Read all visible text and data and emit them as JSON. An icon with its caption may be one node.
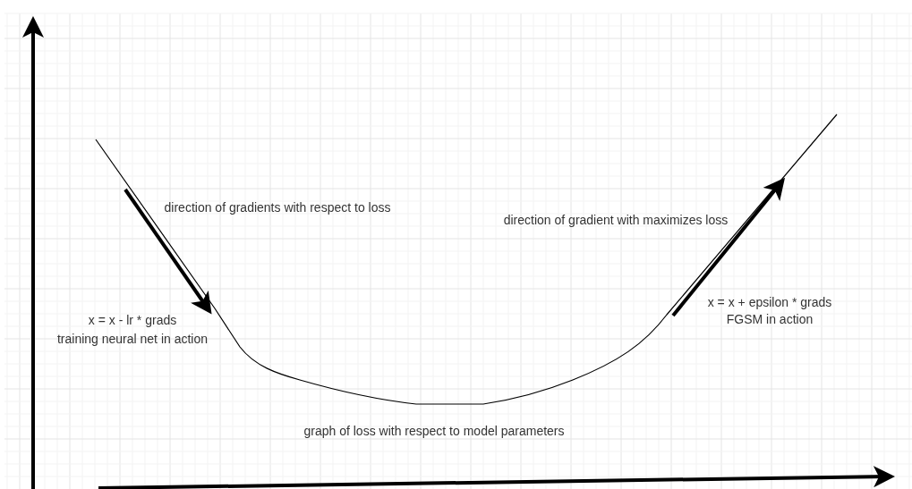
{
  "diagram": {
    "labels": [
      "direction of gradients with respect to loss",
      "direction of gradient with maximizes loss",
      "x = x - lr * grads",
      "training neural net in action",
      "x = x + epsilon * grads",
      "FGSM in action",
      "graph of loss with respect to model parameters"
    ]
  }
}
